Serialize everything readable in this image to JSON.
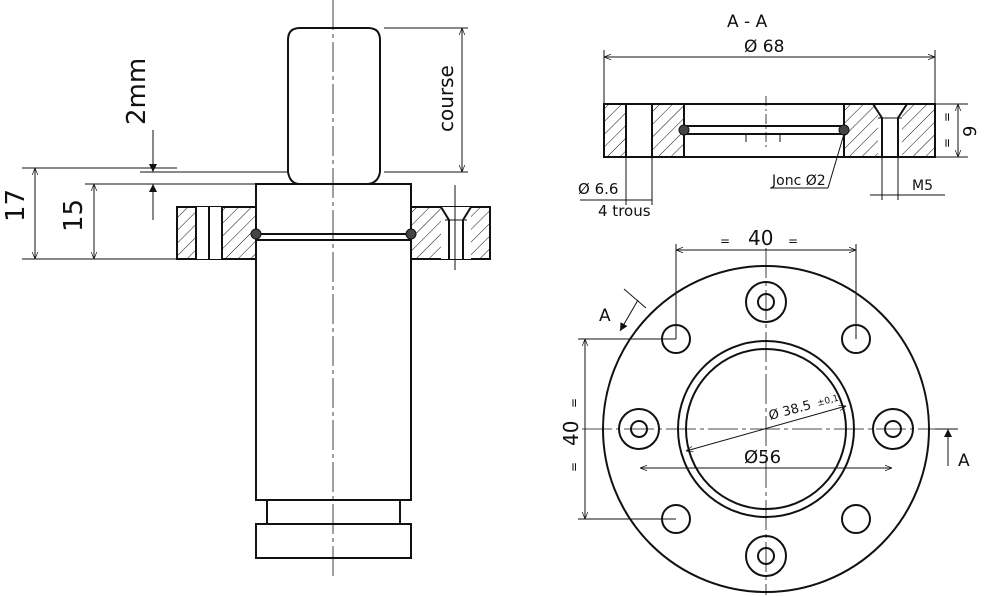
{
  "section_title": "A - A",
  "dimensions": {
    "overall_diameter": "Ø 68",
    "hole_diameter": "Ø 6.6",
    "hole_count": "4 trous",
    "ring": "Jonc Ø2",
    "thread": "M5",
    "thickness": "9",
    "thickness_eq_top": "=",
    "thickness_eq_bottom": "=",
    "stroke_label": "course",
    "gap": "2mm",
    "height_17": "17",
    "height_15": "15",
    "spacing_h": "40",
    "spacing_h_eq_left": "=",
    "spacing_h_eq_right": "=",
    "spacing_v": "40",
    "spacing_v_eq_top": "=",
    "spacing_v_eq_bottom": "=",
    "bore": "Ø56",
    "inner_diameter": "Ø 38.5",
    "tolerance": "±0,1"
  },
  "section_marks": {
    "left": "A",
    "right": "A"
  }
}
